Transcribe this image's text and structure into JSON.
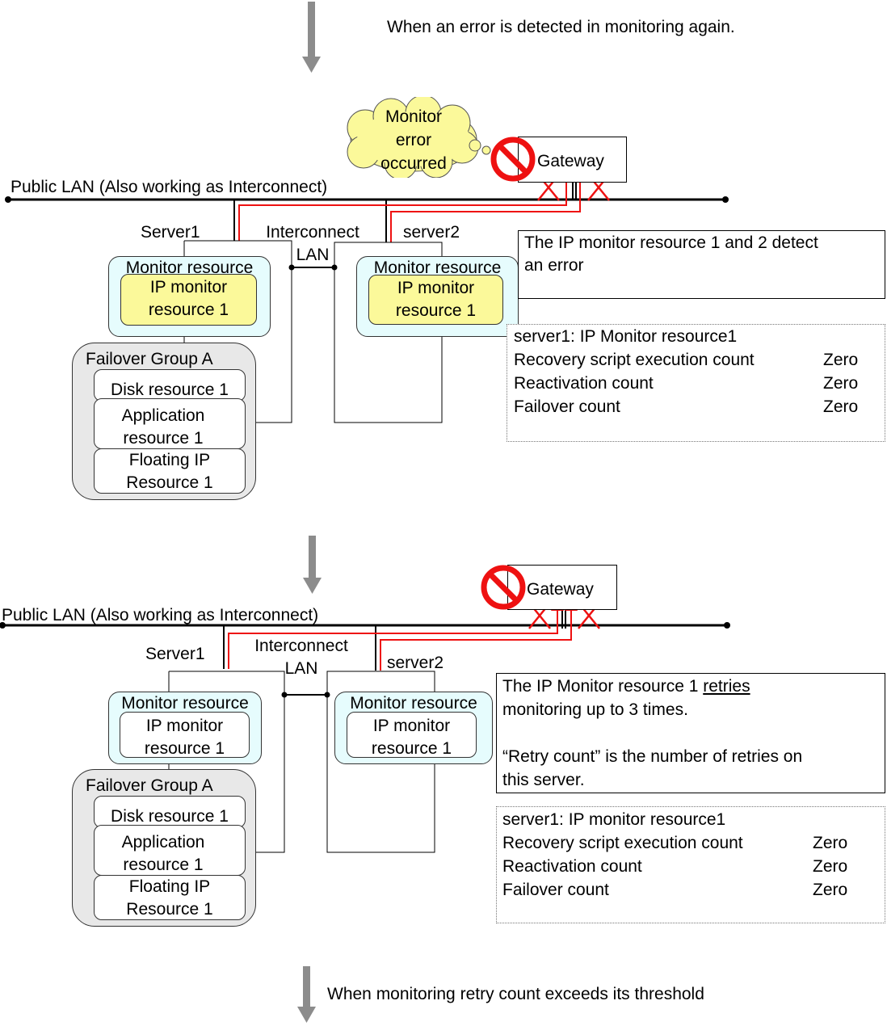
{
  "flow": {
    "step1_caption": "When an error is detected in monitoring again.",
    "step3_caption": "When monitoring retry count exceeds its threshold"
  },
  "colors": {
    "arrow": "#8c8c8c",
    "error_red": "#ee1111",
    "monitor_bg": "#e6fcfd",
    "ip_monitor_highlight": "#fbf99a",
    "failover_group_bg": "#e8e8e8",
    "cloud_fill": "#fbf99a"
  },
  "panel1": {
    "cloud_lines": [
      "Monitor",
      "error",
      "occurred"
    ],
    "gateway_label": "Gateway",
    "public_lan_label": "Public LAN (Also working as Interconnect)",
    "server1_label": "Server1",
    "server2_label": "server2",
    "interconnect_label_line1": "Interconnect",
    "interconnect_label_line2": "LAN",
    "server1_monitor": {
      "title": "Monitor resource",
      "ip_monitor_line1": "IP monitor",
      "ip_monitor_line2": "resource 1",
      "highlighted": true
    },
    "server2_monitor": {
      "title": "Monitor resource",
      "ip_monitor_line1": "IP monitor",
      "ip_monitor_line2": "resource 1",
      "highlighted": true
    },
    "failover_group": {
      "title": "Failover Group A",
      "resources": [
        {
          "line1": "Disk resource 1",
          "line2": ""
        },
        {
          "line1": "Application",
          "line2": "resource 1"
        },
        {
          "line1": "Floating IP",
          "line2": "Resource 1"
        }
      ]
    },
    "note_lines": [
      "The IP monitor resource 1 and 2 detect",
      "an error"
    ],
    "counts": {
      "title": "server1: IP Monitor resource1",
      "rows": [
        {
          "label": "Recovery script execution count",
          "value": "Zero"
        },
        {
          "label": "Reactivation count",
          "value": "Zero"
        },
        {
          "label": "Failover count",
          "value": "Zero"
        }
      ]
    }
  },
  "panel2": {
    "gateway_label": "Gateway",
    "public_lan_label": "Public LAN (Also working as Interconnect)",
    "server1_label": "Server1",
    "server2_label": "server2",
    "interconnect_label_line1": "Interconnect",
    "interconnect_label_line2": "LAN",
    "server1_monitor": {
      "title": "Monitor resource",
      "ip_monitor_line1": "IP monitor",
      "ip_monitor_line2": "resource 1",
      "highlighted": false
    },
    "server2_monitor": {
      "title": "Monitor resource",
      "ip_monitor_line1": "IP monitor",
      "ip_monitor_line2": "resource 1",
      "highlighted": false
    },
    "failover_group": {
      "title": "Failover Group A",
      "resources": [
        {
          "line1": "Disk resource 1",
          "line2": ""
        },
        {
          "line1": "Application",
          "line2": "resource 1"
        },
        {
          "line1": "Floating IP",
          "line2": "Resource 1"
        }
      ]
    },
    "note": {
      "line1_prefix": "The IP Monitor resource 1 ",
      "line1_underlined": "retries",
      "line2": "monitoring up to 3 times.",
      "line3": "“Retry count” is the number of retries on",
      "line4": "this server."
    },
    "counts": {
      "title": "server1:  IP monitor resource1",
      "rows": [
        {
          "label": "Recovery script execution count",
          "value": "Zero"
        },
        {
          "label": "Reactivation count",
          "value": "Zero"
        },
        {
          "label": "Failover count",
          "value": "Zero"
        }
      ]
    }
  }
}
